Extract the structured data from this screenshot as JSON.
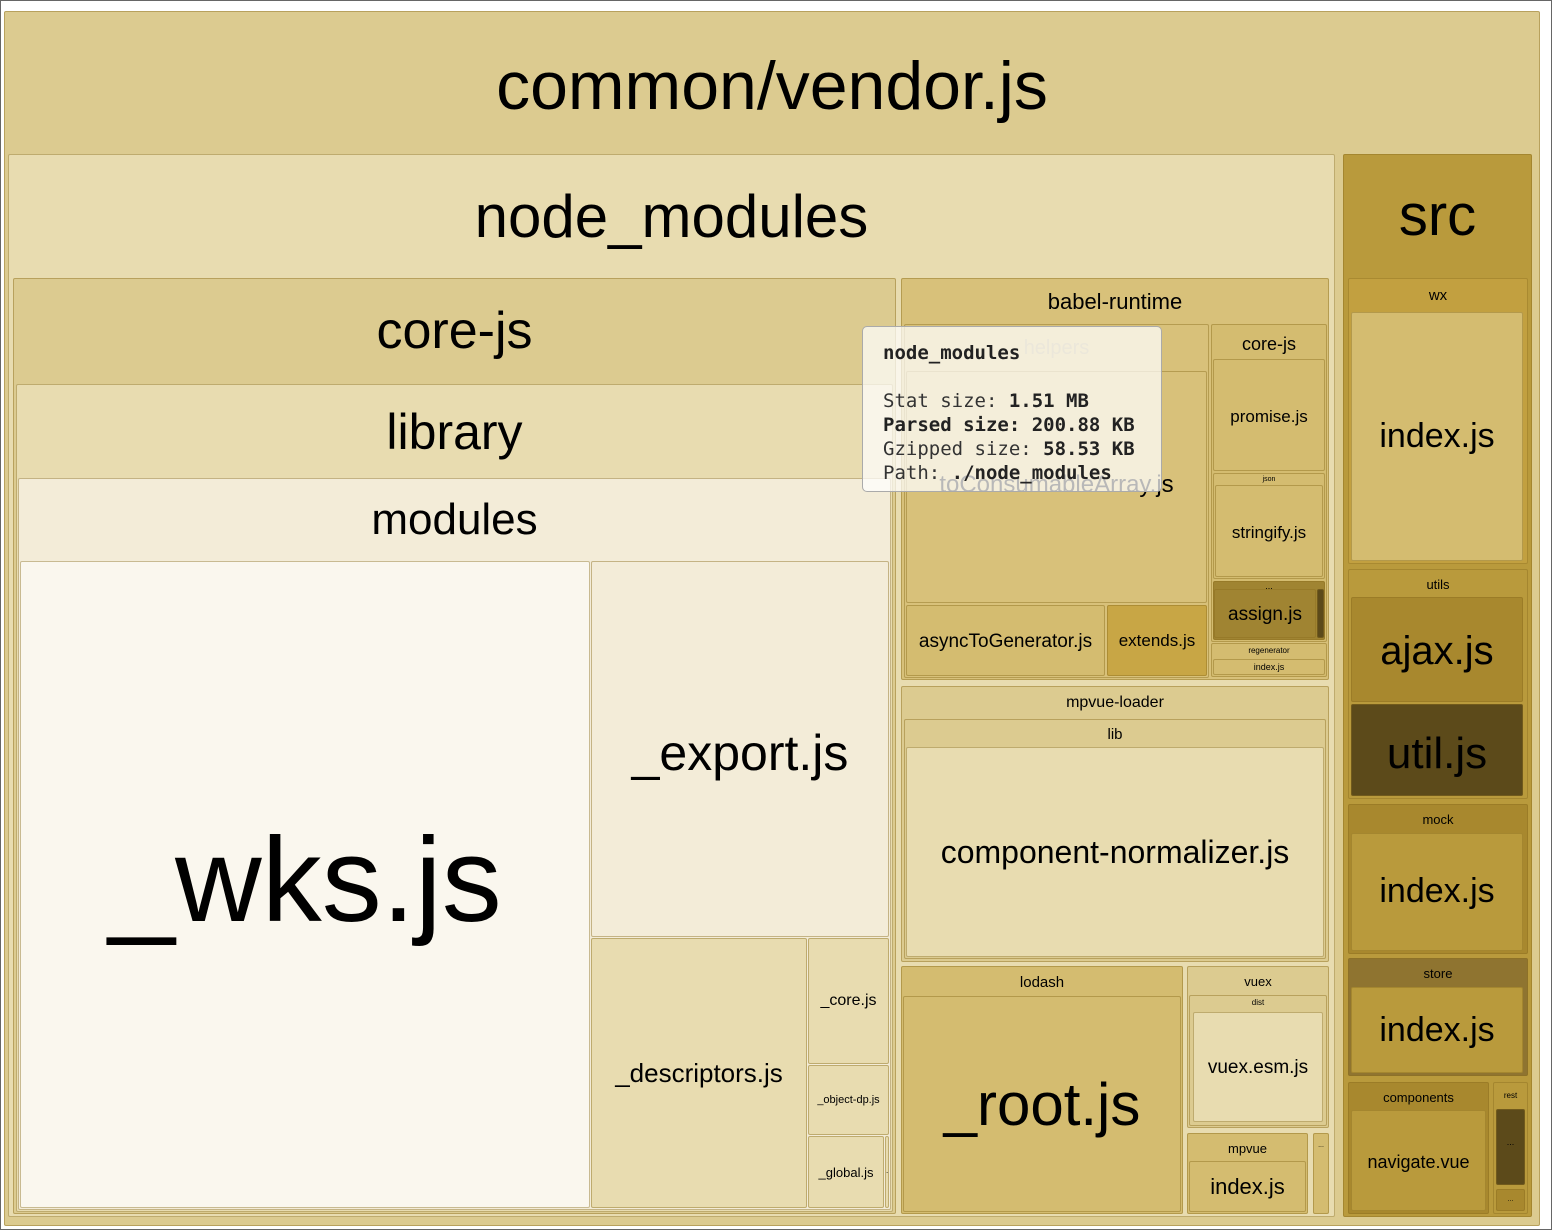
{
  "treemap": {
    "root": "common/vendor.js",
    "node_modules": "node_modules",
    "core_js": "core-js",
    "library": "library",
    "modules": "modules",
    "wks": "_wks.js",
    "export": "_export.js",
    "descriptors": "_descriptors.js",
    "core": "_core.js",
    "object_dp": "_object-dp.js",
    "global": "_global.js",
    "dots": "...",
    "babel_runtime": "babel-runtime",
    "helpers": "helpers",
    "to_consumable": "toConsumableArray.js",
    "async_to_generator": "asyncToGenerator.js",
    "extends": "extends.js",
    "br_core_js": "core-js",
    "promise": "promise.js",
    "json": "json",
    "stringify": "stringify.js",
    "assign": "assign.js",
    "regenerator": "regenerator",
    "regenerator_index": "index.js",
    "mpvue_loader": "mpvue-loader",
    "lib": "lib",
    "component_normalizer": "component-normalizer.js",
    "lodash": "lodash",
    "root_js": "_root.js",
    "vuex": "vuex",
    "dist": "dist",
    "vuex_esm": "vuex.esm.js",
    "mpvue": "mpvue",
    "mpvue_index": "index.js",
    "src": "src",
    "wx": "wx",
    "wx_index": "index.js",
    "utils": "utils",
    "ajax": "ajax.js",
    "util": "util.js",
    "mock": "mock",
    "mock_index": "index.js",
    "store": "store",
    "store_index": "index.js",
    "components": "components",
    "navigate": "navigate.vue",
    "rest": "rest"
  },
  "tooltip": {
    "name": "node_modules",
    "stat_label": "Stat size:",
    "stat_value": "1.51 MB",
    "parsed_label": "Parsed size:",
    "parsed_value": "200.88 KB",
    "gzip_label": "Gzipped size:",
    "gzip_value": "58.53 KB",
    "path_label": "Path:",
    "path_value": "./node_modules"
  },
  "colors": {
    "root": "#dccb90",
    "node_modules": "#e8dcb0",
    "core_js": "#dccb90",
    "library": "#e8dcb0",
    "modules": "#f3ecd8",
    "wks": "#faf7ee",
    "babel_runtime": "#d8c17a",
    "src": "#b99a3c",
    "util": "#5c4a1a"
  }
}
